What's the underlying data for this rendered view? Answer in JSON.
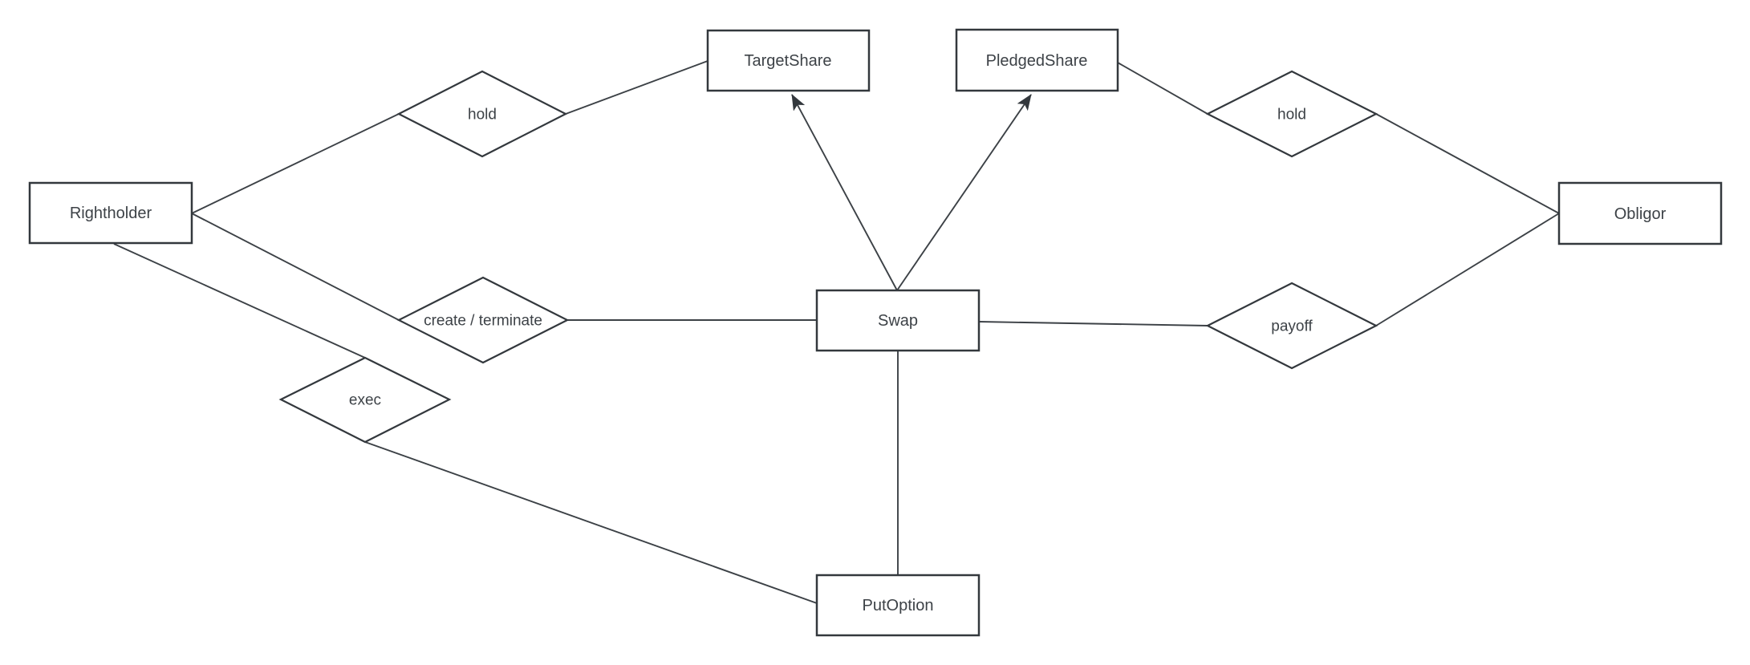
{
  "diagram": {
    "type": "entity-relationship",
    "background_color": "#ffffff",
    "stroke_color": "#33383d",
    "text_color": "#3d4247",
    "nodes": {
      "rightholder": {
        "label": "Rightholder"
      },
      "targetshare": {
        "label": "TargetShare"
      },
      "pledgedshare": {
        "label": "PledgedShare"
      },
      "obligor": {
        "label": "Obligor"
      },
      "swap": {
        "label": "Swap"
      },
      "putoption": {
        "label": "PutOption"
      }
    },
    "relationships": {
      "hold_left": {
        "label": "hold",
        "between": [
          "Rightholder",
          "TargetShare"
        ]
      },
      "hold_right": {
        "label": "hold",
        "between": [
          "PledgedShare",
          "Obligor"
        ]
      },
      "create_terminate": {
        "label": "create / terminate",
        "between": [
          "Rightholder",
          "Swap"
        ]
      },
      "payoff": {
        "label": "payoff",
        "between": [
          "Swap",
          "Obligor"
        ]
      },
      "exec": {
        "label": "exec",
        "between": [
          "Rightholder",
          "PutOption"
        ]
      }
    },
    "connections": [
      {
        "from": "Rightholder",
        "to": "hold (left)",
        "arrow": false
      },
      {
        "from": "hold (left)",
        "to": "TargetShare",
        "arrow": false
      },
      {
        "from": "Rightholder",
        "to": "create / terminate",
        "arrow": false
      },
      {
        "from": "create / terminate",
        "to": "Swap",
        "arrow": false
      },
      {
        "from": "Rightholder",
        "to": "exec",
        "arrow": false
      },
      {
        "from": "exec",
        "to": "PutOption",
        "arrow": false
      },
      {
        "from": "Swap",
        "to": "TargetShare",
        "arrow": true
      },
      {
        "from": "Swap",
        "to": "PledgedShare",
        "arrow": true
      },
      {
        "from": "Swap",
        "to": "payoff",
        "arrow": false
      },
      {
        "from": "payoff",
        "to": "Obligor",
        "arrow": false
      },
      {
        "from": "PledgedShare",
        "to": "hold (right)",
        "arrow": false
      },
      {
        "from": "hold (right)",
        "to": "Obligor",
        "arrow": false
      },
      {
        "from": "Swap",
        "to": "PutOption",
        "arrow": false
      }
    ]
  }
}
